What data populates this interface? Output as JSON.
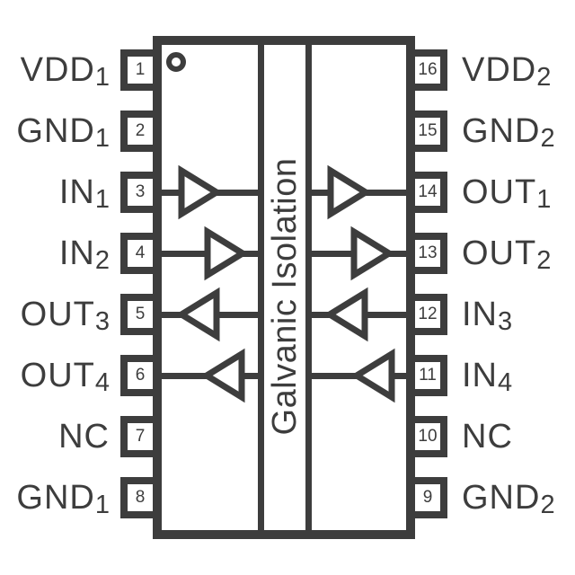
{
  "diagram": {
    "type": "ic-pinout",
    "package_pins_total": 16,
    "isolation_label": "Galvanic Isolation",
    "pin1_marker_icon": "circle"
  },
  "colors": {
    "ink": "#3d3d3d",
    "background": "#ffffff"
  },
  "left_pins": [
    {
      "number": "1",
      "name": "VDD",
      "sub": "1"
    },
    {
      "number": "2",
      "name": "GND",
      "sub": "1"
    },
    {
      "number": "3",
      "name": "IN",
      "sub": "1"
    },
    {
      "number": "4",
      "name": "IN",
      "sub": "2"
    },
    {
      "number": "5",
      "name": "OUT",
      "sub": "3"
    },
    {
      "number": "6",
      "name": "OUT",
      "sub": "4"
    },
    {
      "number": "7",
      "name": "NC",
      "sub": ""
    },
    {
      "number": "8",
      "name": "GND",
      "sub": "1"
    }
  ],
  "right_pins": [
    {
      "number": "16",
      "name": "VDD",
      "sub": "2"
    },
    {
      "number": "15",
      "name": "GND",
      "sub": "2"
    },
    {
      "number": "14",
      "name": "OUT",
      "sub": "1"
    },
    {
      "number": "13",
      "name": "OUT",
      "sub": "2"
    },
    {
      "number": "12",
      "name": "IN",
      "sub": "3"
    },
    {
      "number": "11",
      "name": "IN",
      "sub": "4"
    },
    {
      "number": "10",
      "name": "NC",
      "sub": ""
    },
    {
      "number": "9",
      "name": "GND",
      "sub": "2"
    }
  ],
  "channels": [
    {
      "channel": "1",
      "left_pin": "3",
      "right_pin": "14",
      "direction": "left-to-right"
    },
    {
      "channel": "2",
      "left_pin": "4",
      "right_pin": "13",
      "direction": "left-to-right"
    },
    {
      "channel": "3",
      "left_pin": "5",
      "right_pin": "12",
      "direction": "right-to-left"
    },
    {
      "channel": "4",
      "left_pin": "6",
      "right_pin": "11",
      "direction": "right-to-left"
    }
  ]
}
